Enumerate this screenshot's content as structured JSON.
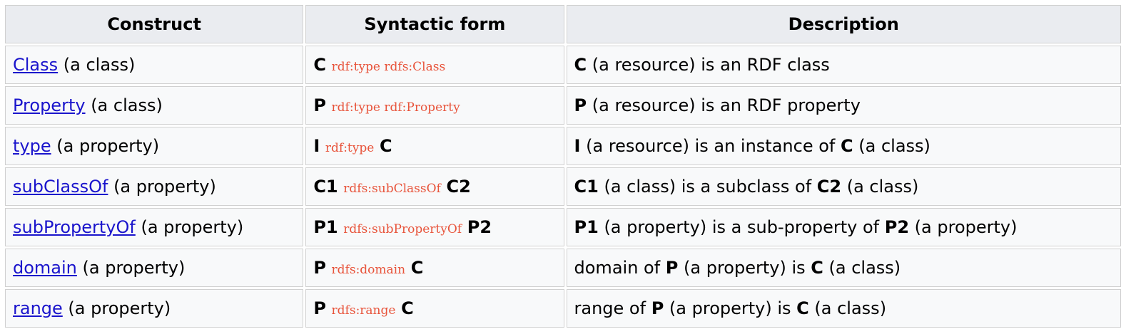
{
  "headers": [
    "Construct",
    "Syntactic form",
    "Description"
  ],
  "rows": [
    {
      "construct_link": "Class",
      "construct_note": " (a class)",
      "syntax": [
        {
          "t": "C",
          "k": "b"
        },
        {
          "t": " ",
          "k": "s"
        },
        {
          "t": "rdf:type rdfs:Class",
          "k": "code"
        }
      ],
      "description": [
        {
          "t": "C",
          "k": "b"
        },
        {
          "t": " (a resource) is an RDF class",
          "k": "s"
        }
      ]
    },
    {
      "construct_link": "Property",
      "construct_note": " (a class)",
      "syntax": [
        {
          "t": "P",
          "k": "b"
        },
        {
          "t": " ",
          "k": "s"
        },
        {
          "t": "rdf:type rdf:Property",
          "k": "code"
        }
      ],
      "description": [
        {
          "t": "P",
          "k": "b"
        },
        {
          "t": " (a resource) is an RDF property",
          "k": "s"
        }
      ]
    },
    {
      "construct_link": "type",
      "construct_note": " (a property)",
      "syntax": [
        {
          "t": "I",
          "k": "b"
        },
        {
          "t": " ",
          "k": "s"
        },
        {
          "t": "rdf:type",
          "k": "code"
        },
        {
          "t": " ",
          "k": "s"
        },
        {
          "t": "C",
          "k": "b"
        }
      ],
      "description": [
        {
          "t": "I",
          "k": "b"
        },
        {
          "t": " (a resource) is an instance of ",
          "k": "s"
        },
        {
          "t": "C",
          "k": "b"
        },
        {
          "t": " (a class)",
          "k": "s"
        }
      ]
    },
    {
      "construct_link": "subClassOf",
      "construct_note": " (a property)",
      "syntax": [
        {
          "t": "C1",
          "k": "b"
        },
        {
          "t": " ",
          "k": "s"
        },
        {
          "t": "rdfs:subClassOf",
          "k": "code"
        },
        {
          "t": " ",
          "k": "s"
        },
        {
          "t": "C2",
          "k": "b"
        }
      ],
      "description": [
        {
          "t": "C1",
          "k": "b"
        },
        {
          "t": " (a class) is a subclass of ",
          "k": "s"
        },
        {
          "t": "C2",
          "k": "b"
        },
        {
          "t": " (a class)",
          "k": "s"
        }
      ]
    },
    {
      "construct_link": "subPropertyOf",
      "construct_note": " (a property)",
      "syntax": [
        {
          "t": "P1",
          "k": "b"
        },
        {
          "t": " ",
          "k": "s"
        },
        {
          "t": "rdfs:subPropertyOf",
          "k": "code"
        },
        {
          "t": " ",
          "k": "s"
        },
        {
          "t": "P2",
          "k": "b"
        }
      ],
      "description": [
        {
          "t": "P1",
          "k": "b"
        },
        {
          "t": " (a property) is a sub-property of ",
          "k": "s"
        },
        {
          "t": "P2",
          "k": "b"
        },
        {
          "t": " (a property)",
          "k": "s"
        }
      ]
    },
    {
      "construct_link": "domain",
      "construct_note": " (a property)",
      "syntax": [
        {
          "t": "P",
          "k": "b"
        },
        {
          "t": " ",
          "k": "s"
        },
        {
          "t": "rdfs:domain",
          "k": "code"
        },
        {
          "t": " ",
          "k": "s"
        },
        {
          "t": "C",
          "k": "b"
        }
      ],
      "description": [
        {
          "t": "domain of ",
          "k": "s"
        },
        {
          "t": "P",
          "k": "b"
        },
        {
          "t": " (a property) is ",
          "k": "s"
        },
        {
          "t": "C",
          "k": "b"
        },
        {
          "t": " (a class)",
          "k": "s"
        }
      ]
    },
    {
      "construct_link": "range",
      "construct_note": " (a property)",
      "syntax": [
        {
          "t": "P",
          "k": "b"
        },
        {
          "t": " ",
          "k": "s"
        },
        {
          "t": "rdfs:range",
          "k": "code"
        },
        {
          "t": " ",
          "k": "s"
        },
        {
          "t": "C",
          "k": "b"
        }
      ],
      "description": [
        {
          "t": "range of ",
          "k": "s"
        },
        {
          "t": "P",
          "k": "b"
        },
        {
          "t": " (a property) is ",
          "k": "s"
        },
        {
          "t": "C",
          "k": "b"
        },
        {
          "t": " (a class)",
          "k": "s"
        }
      ]
    }
  ],
  "colors": {
    "link": "#1a14cc",
    "code": "#e8533a",
    "header_bg": "#eaecf0",
    "cell_bg": "#f8f9fa",
    "border": "#d0d0d0"
  }
}
